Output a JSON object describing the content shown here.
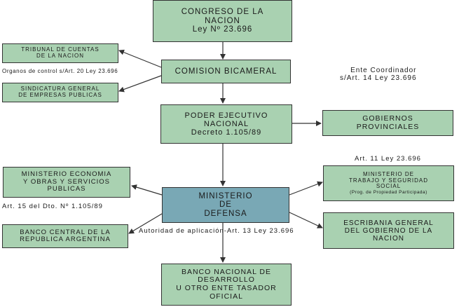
{
  "nodes": {
    "congreso": {
      "lines": [
        "CONGRESO DE LA",
        "NACION",
        "Ley Nº 23.696"
      ]
    },
    "comision": {
      "lines": [
        "COMISION BICAMERAL"
      ]
    },
    "tribunal": {
      "lines": [
        "TRIBUNAL DE CUENTAS",
        "DE LA NACION"
      ]
    },
    "sindicatura": {
      "lines": [
        "SINDICATURA GENERAL",
        "DE EMPRESAS PUBLICAS"
      ]
    },
    "poder": {
      "lines": [
        "PODER EJECUTIVO",
        "NACIONAL",
        "Decreto 1.105/89"
      ]
    },
    "gobiernos": {
      "lines": [
        "GOBIERNOS",
        "PROVINCIALES"
      ]
    },
    "ministerio_economia": {
      "lines": [
        "MINISTERIO ECONOMIA",
        "Y OBRAS Y SERVICIOS",
        "PUBLICAS"
      ]
    },
    "ministerio_defensa": {
      "lines": [
        "MINISTERIO",
        "DE",
        "DEFENSA"
      ]
    },
    "ministerio_trabajo": {
      "lines": [
        "MINISTERIO DE",
        "TRABAJO Y SEGURIDAD",
        "SOCIAL",
        "(Prog. de Propiedad Participada)"
      ]
    },
    "banco_central": {
      "lines": [
        "BANCO CENTRAL DE LA",
        "REPUBLICA ARGENTINA"
      ]
    },
    "escribania": {
      "lines": [
        "ESCRIBANIA GENERAL",
        "DEL GOBIERNO DE LA",
        "NACION"
      ]
    },
    "banco_nacional": {
      "lines": [
        "BANCO NACIONAL DE",
        "DESARROLLO",
        "U OTRO ENTE TASADOR",
        "OFICIAL"
      ]
    }
  },
  "labels": {
    "organos": "Organos de control s/Art. 20 Ley 23.696",
    "ente": [
      "Ente Coordinador",
      "s/Art. 14 Ley 23.696"
    ],
    "art11": "Art. 11 Ley 23.696",
    "art15": "Art. 15 del Dto. Nº 1.105/89",
    "autoridad": "Autoridad de aplicación-Art. 13 Ley 23.696"
  },
  "colors": {
    "box": "#a9d1b1",
    "highlight": "#79a8b5",
    "arrow": "#333333"
  }
}
